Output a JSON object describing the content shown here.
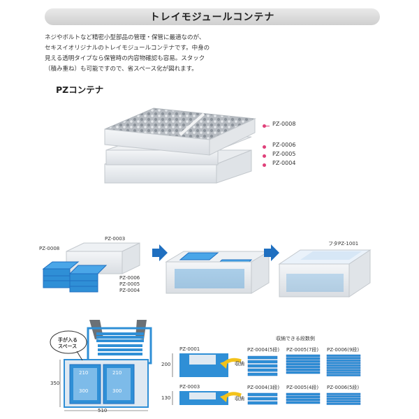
{
  "header": {
    "title": "トレイモジュールコンテナ"
  },
  "intro": {
    "lines": [
      "ネジやボルトなど精密小型部品の管理・保管に最適なのが、",
      "セキスイオリジナルのトレイモジュールコンテナです。中身の",
      "見える透明タイプなら保管時の内容物確認も容易。スタック",
      "（積み重ね）も可能ですので、省スペース化が図れます。"
    ]
  },
  "section": {
    "title": "PZコンテナ"
  },
  "stack_labels": [
    "PZ-0008",
    "PZ-0006",
    "PZ-0005",
    "PZ-0004"
  ],
  "steps": {
    "step1": {
      "top_label": "PZ-0003",
      "left_label": "PZ-0008",
      "side_labels": [
        "PZ-0006",
        "PZ-0005",
        "PZ-0004"
      ]
    },
    "step3": {
      "label": "フタPZ-1001"
    }
  },
  "diagram": {
    "callout": [
      "手が入る",
      "スペース"
    ],
    "dims": {
      "height": "350",
      "width": "510",
      "cell_w": "210",
      "cell_h": "300"
    }
  },
  "table": {
    "title": "収納できる段数例",
    "row1": {
      "height": "200",
      "base": "PZ-0001",
      "arrow": "収納",
      "options": [
        "PZ-0004(5段)",
        "PZ-0005(7段)",
        "PZ-0006(9段)"
      ]
    },
    "row2": {
      "height": "130",
      "base": "PZ-0003",
      "arrow": "収納",
      "options": [
        "PZ-0004(3段)",
        "PZ-0005(4段)",
        "PZ-0006(5段)"
      ]
    }
  },
  "colors": {
    "accent": "#e0407a",
    "tray_blue": "#2f8fd6",
    "arrow_blue": "#1f6fc0",
    "arrow_yellow": "#f3c21b"
  }
}
